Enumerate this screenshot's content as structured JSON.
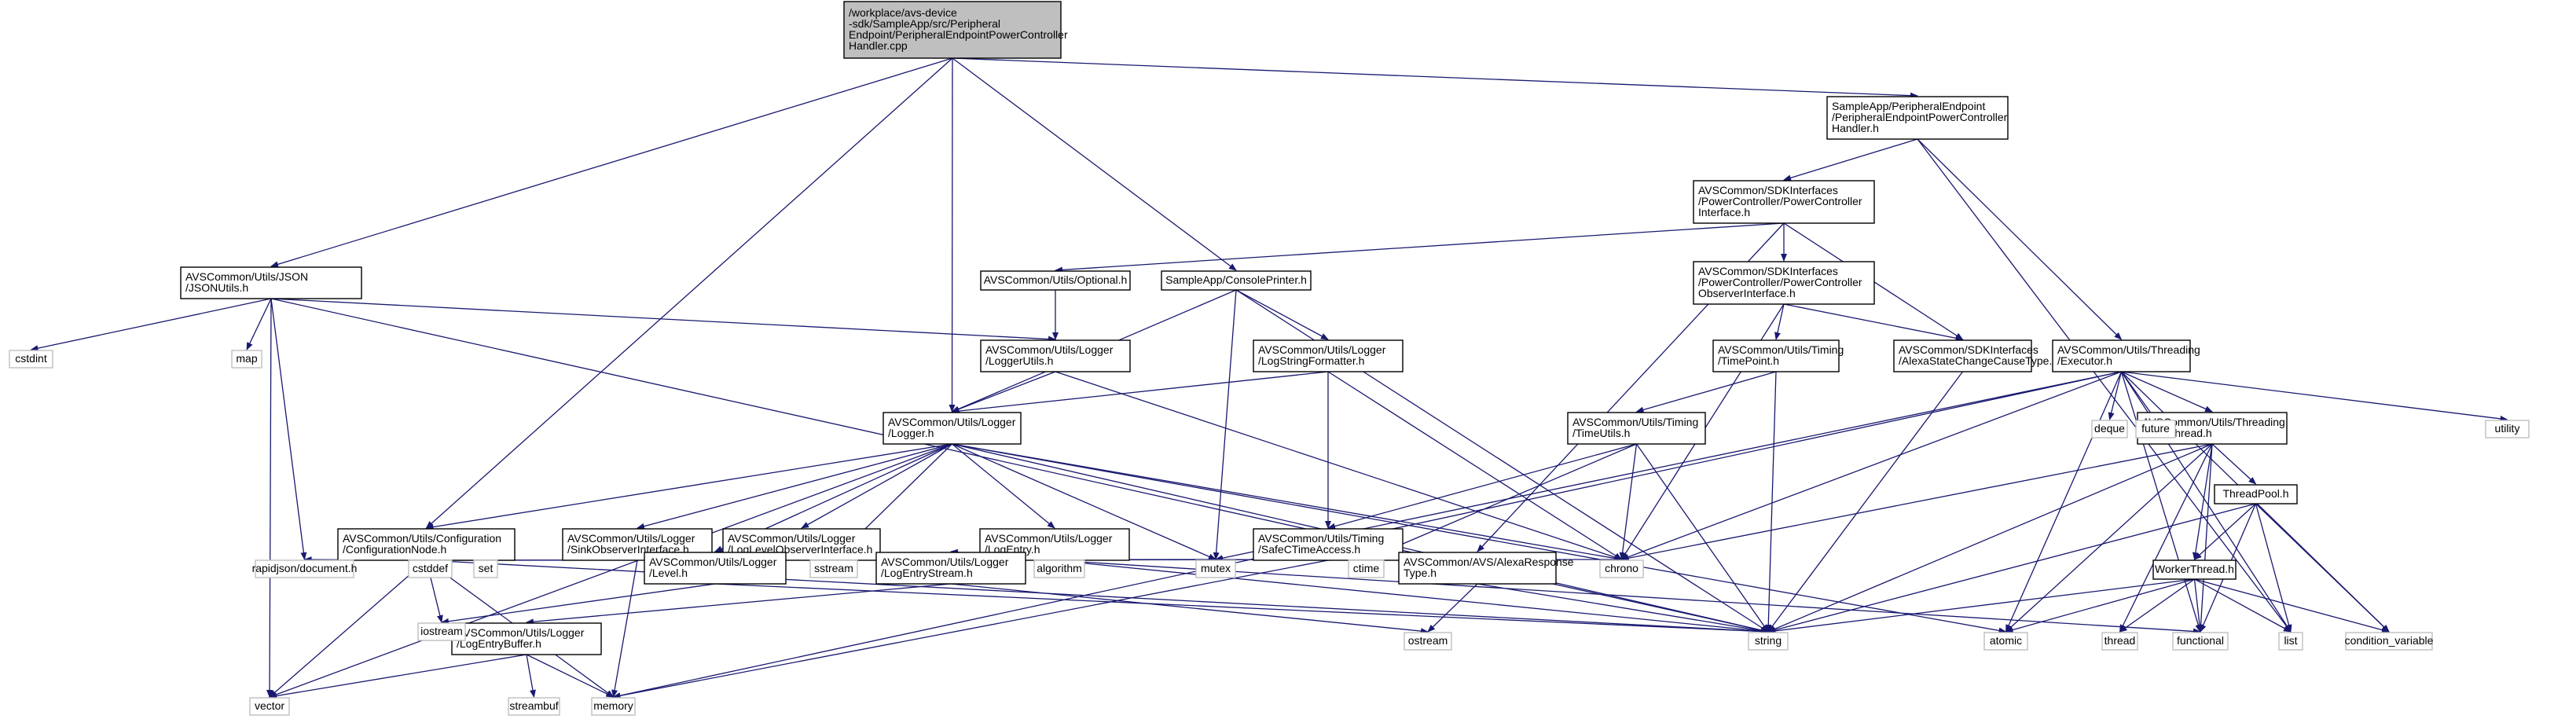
{
  "colors": {
    "edge": "#191970",
    "root_fill": "#bfbfbf",
    "highlight": "#ff0000",
    "leaf_border": "#bfbfbf"
  },
  "nodes": [
    {
      "id": "root",
      "lines": [
        "/workplace/avs-device",
        "-sdk/SampleApp/src/Peripheral",
        "Endpoint/PeripheralEndpointPowerController",
        "Handler.cpp"
      ],
      "kind": "root"
    },
    {
      "id": "pepch",
      "lines": [
        "SampleApp/PeripheralEndpoint",
        "/PeripheralEndpointPowerController",
        "Handler.h"
      ],
      "kind": "file"
    },
    {
      "id": "pci",
      "lines": [
        "AVSCommon/SDKInterfaces",
        "/PowerController/PowerController",
        "Interface.h"
      ],
      "kind": "file"
    },
    {
      "id": "pcoi",
      "lines": [
        "AVSCommon/SDKInterfaces",
        "/PowerController/PowerController",
        "ObserverInterface.h"
      ],
      "kind": "file"
    },
    {
      "id": "optional",
      "lines": [
        "AVSCommon/Utils/Optional.h"
      ],
      "kind": "file"
    },
    {
      "id": "console",
      "lines": [
        "SampleApp/ConsolePrinter.h"
      ],
      "kind": "file"
    },
    {
      "id": "jsonutils",
      "lines": [
        "AVSCommon/Utils/JSON",
        "/JSONUtils.h"
      ],
      "kind": "file"
    },
    {
      "id": "loggerutils",
      "lines": [
        "AVSCommon/Utils/Logger",
        "/LoggerUtils.h"
      ],
      "kind": "file"
    },
    {
      "id": "logstrfmt",
      "lines": [
        "AVSCommon/Utils/Logger",
        "/LogStringFormatter.h"
      ],
      "kind": "file"
    },
    {
      "id": "timepoint",
      "lines": [
        "AVSCommon/Utils/Timing",
        "/TimePoint.h"
      ],
      "kind": "file"
    },
    {
      "id": "ascct",
      "lines": [
        "AVSCommon/SDKInterfaces",
        "/AlexaStateChangeCauseType.h"
      ],
      "kind": "file"
    },
    {
      "id": "executor",
      "lines": [
        "AVSCommon/Utils/Threading",
        "/Executor.h"
      ],
      "kind": "file"
    },
    {
      "id": "logger",
      "lines": [
        "AVSCommon/Utils/Logger",
        "/Logger.h"
      ],
      "kind": "file"
    },
    {
      "id": "timeutils",
      "lines": [
        "AVSCommon/Utils/Timing",
        "/TimeUtils.h"
      ],
      "kind": "highlight"
    },
    {
      "id": "tasktread",
      "lines": [
        "AVSCommon/Utils/Threading",
        "/TaskThread.h"
      ],
      "kind": "file"
    },
    {
      "id": "confignode",
      "lines": [
        "AVSCommon/Utils/Configuration",
        "/ConfigurationNode.h"
      ],
      "kind": "file"
    },
    {
      "id": "sinkobs",
      "lines": [
        "AVSCommon/Utils/Logger",
        "/SinkObserverInterface.h"
      ],
      "kind": "file"
    },
    {
      "id": "loglevelobs",
      "lines": [
        "AVSCommon/Utils/Logger",
        "/LogLevelObserverInterface.h"
      ],
      "kind": "file"
    },
    {
      "id": "logentry",
      "lines": [
        "AVSCommon/Utils/Logger",
        "/LogEntry.h"
      ],
      "kind": "file"
    },
    {
      "id": "safectime",
      "lines": [
        "AVSCommon/Utils/Timing",
        "/SafeCTimeAccess.h"
      ],
      "kind": "file"
    },
    {
      "id": "threadpool",
      "lines": [
        "ThreadPool.h"
      ],
      "kind": "file"
    },
    {
      "id": "level",
      "lines": [
        "AVSCommon/Utils/Logger",
        "/Level.h"
      ],
      "kind": "file"
    },
    {
      "id": "logentrystream",
      "lines": [
        "AVSCommon/Utils/Logger",
        "/LogEntryStream.h"
      ],
      "kind": "file"
    },
    {
      "id": "alexaresp",
      "lines": [
        "AVSCommon/AVS/AlexaResponse",
        "Type.h"
      ],
      "kind": "file"
    },
    {
      "id": "workerthread",
      "lines": [
        "WorkerThread.h"
      ],
      "kind": "file"
    },
    {
      "id": "logentrybuffer",
      "lines": [
        "AVSCommon/Utils/Logger",
        "/LogEntryBuffer.h"
      ],
      "kind": "file"
    },
    {
      "id": "cstdint",
      "lines": [
        "cstdint"
      ],
      "kind": "leaf"
    },
    {
      "id": "map",
      "lines": [
        "map"
      ],
      "kind": "leaf"
    },
    {
      "id": "deque",
      "lines": [
        "deque"
      ],
      "kind": "leaf"
    },
    {
      "id": "future",
      "lines": [
        "future"
      ],
      "kind": "leaf"
    },
    {
      "id": "utility",
      "lines": [
        "utility"
      ],
      "kind": "leaf"
    },
    {
      "id": "rapidjson",
      "lines": [
        "rapidjson/document.h"
      ],
      "kind": "leaf"
    },
    {
      "id": "cstddef",
      "lines": [
        "cstddef"
      ],
      "kind": "leaf"
    },
    {
      "id": "set",
      "lines": [
        "set"
      ],
      "kind": "leaf"
    },
    {
      "id": "mutex",
      "lines": [
        "mutex"
      ],
      "kind": "leaf"
    },
    {
      "id": "sstream",
      "lines": [
        "sstream"
      ],
      "kind": "leaf"
    },
    {
      "id": "algorithm",
      "lines": [
        "algorithm"
      ],
      "kind": "leaf"
    },
    {
      "id": "ctime",
      "lines": [
        "ctime"
      ],
      "kind": "leaf"
    },
    {
      "id": "chrono",
      "lines": [
        "chrono"
      ],
      "kind": "leaf"
    },
    {
      "id": "iostream",
      "lines": [
        "iostream"
      ],
      "kind": "leaf"
    },
    {
      "id": "ostream",
      "lines": [
        "ostream"
      ],
      "kind": "leaf"
    },
    {
      "id": "string",
      "lines": [
        "string"
      ],
      "kind": "leaf"
    },
    {
      "id": "atomic",
      "lines": [
        "atomic"
      ],
      "kind": "leaf"
    },
    {
      "id": "thread",
      "lines": [
        "thread"
      ],
      "kind": "leaf"
    },
    {
      "id": "functional",
      "lines": [
        "functional"
      ],
      "kind": "leaf"
    },
    {
      "id": "list",
      "lines": [
        "list"
      ],
      "kind": "leaf"
    },
    {
      "id": "condvar",
      "lines": [
        "condition_variable"
      ],
      "kind": "leaf"
    },
    {
      "id": "vector",
      "lines": [
        "vector"
      ],
      "kind": "leaf"
    },
    {
      "id": "streambuf",
      "lines": [
        "streambuf"
      ],
      "kind": "leaf"
    },
    {
      "id": "memory",
      "lines": [
        "memory"
      ],
      "kind": "leaf"
    }
  ],
  "edges": [
    [
      "root",
      "jsonutils"
    ],
    [
      "root",
      "confignode"
    ],
    [
      "root",
      "logger"
    ],
    [
      "root",
      "console"
    ],
    [
      "root",
      "pepch"
    ],
    [
      "pepch",
      "pci"
    ],
    [
      "pepch",
      "executor"
    ],
    [
      "pepch",
      "list"
    ],
    [
      "pci",
      "optional"
    ],
    [
      "pci",
      "pcoi"
    ],
    [
      "pci",
      "ascct"
    ],
    [
      "pci",
      "alexaresp"
    ],
    [
      "pcoi",
      "timepoint"
    ],
    [
      "pcoi",
      "ascct"
    ],
    [
      "pcoi",
      "chrono"
    ],
    [
      "optional",
      "loggerutils"
    ],
    [
      "console",
      "logger"
    ],
    [
      "console",
      "logstrfmt"
    ],
    [
      "console",
      "mutex"
    ],
    [
      "console",
      "string"
    ],
    [
      "jsonutils",
      "cstdint"
    ],
    [
      "jsonutils",
      "map"
    ],
    [
      "jsonutils",
      "rapidjson"
    ],
    [
      "jsonutils",
      "vector"
    ],
    [
      "jsonutils",
      "string"
    ],
    [
      "jsonutils",
      "loggerutils"
    ],
    [
      "loggerutils",
      "logger"
    ],
    [
      "loggerutils",
      "chrono"
    ],
    [
      "logstrfmt",
      "logger"
    ],
    [
      "logstrfmt",
      "safectime"
    ],
    [
      "logstrfmt",
      "chrono"
    ],
    [
      "timepoint",
      "timeutils"
    ],
    [
      "timepoint",
      "string"
    ],
    [
      "ascct",
      "string"
    ],
    [
      "executor",
      "deque"
    ],
    [
      "executor",
      "future"
    ],
    [
      "executor",
      "utility"
    ],
    [
      "executor",
      "tasktread"
    ],
    [
      "executor",
      "mutex"
    ],
    [
      "executor",
      "chrono"
    ],
    [
      "executor",
      "atomic"
    ],
    [
      "executor",
      "functional"
    ],
    [
      "executor",
      "condvar"
    ],
    [
      "executor",
      "list"
    ],
    [
      "executor",
      "memory"
    ],
    [
      "timeutils",
      "safectime"
    ],
    [
      "timeutils",
      "chrono"
    ],
    [
      "timeutils",
      "string"
    ],
    [
      "timeutils",
      "ctime"
    ],
    [
      "logger",
      "confignode"
    ],
    [
      "logger",
      "sinkobs"
    ],
    [
      "logger",
      "loglevelobs"
    ],
    [
      "logger",
      "logentry"
    ],
    [
      "logger",
      "level"
    ],
    [
      "logger",
      "mutex"
    ],
    [
      "logger",
      "chrono"
    ],
    [
      "logger",
      "sstream"
    ],
    [
      "logger",
      "string"
    ],
    [
      "logger",
      "atomic"
    ],
    [
      "logger",
      "vector"
    ],
    [
      "tasktread",
      "threadpool"
    ],
    [
      "tasktread",
      "workerthread"
    ],
    [
      "tasktread",
      "chrono"
    ],
    [
      "tasktread",
      "atomic"
    ],
    [
      "tasktread",
      "functional"
    ],
    [
      "tasktread",
      "thread"
    ],
    [
      "tasktread",
      "string"
    ],
    [
      "confignode",
      "rapidjson"
    ],
    [
      "confignode",
      "cstddef"
    ],
    [
      "confignode",
      "set"
    ],
    [
      "confignode",
      "iostream"
    ],
    [
      "confignode",
      "mutex"
    ],
    [
      "confignode",
      "chrono"
    ],
    [
      "confignode",
      "string"
    ],
    [
      "confignode",
      "memory"
    ],
    [
      "confignode",
      "vector"
    ],
    [
      "sinkobs",
      "memory"
    ],
    [
      "loglevelobs",
      "level"
    ],
    [
      "logentry",
      "sstream"
    ],
    [
      "logentry",
      "algorithm"
    ],
    [
      "logentry",
      "logentrystream"
    ],
    [
      "logentry",
      "string"
    ],
    [
      "logentry",
      "functional"
    ],
    [
      "safectime",
      "mutex"
    ],
    [
      "safectime",
      "ctime"
    ],
    [
      "safectime",
      "memory"
    ],
    [
      "threadpool",
      "workerthread"
    ],
    [
      "threadpool",
      "functional"
    ],
    [
      "threadpool",
      "list"
    ],
    [
      "threadpool",
      "condvar"
    ],
    [
      "threadpool",
      "string"
    ],
    [
      "level",
      "iostream"
    ],
    [
      "level",
      "string"
    ],
    [
      "logentrystream",
      "logentrybuffer"
    ],
    [
      "logentrystream",
      "ostream"
    ],
    [
      "alexaresp",
      "ostream"
    ],
    [
      "alexaresp",
      "string"
    ],
    [
      "workerthread",
      "atomic"
    ],
    [
      "workerthread",
      "thread"
    ],
    [
      "workerthread",
      "functional"
    ],
    [
      "workerthread",
      "condvar"
    ],
    [
      "workerthread",
      "string"
    ],
    [
      "workerthread",
      "list"
    ],
    [
      "logentrybuffer",
      "vector"
    ],
    [
      "logentrybuffer",
      "streambuf"
    ],
    [
      "logentrybuffer",
      "memory"
    ]
  ]
}
